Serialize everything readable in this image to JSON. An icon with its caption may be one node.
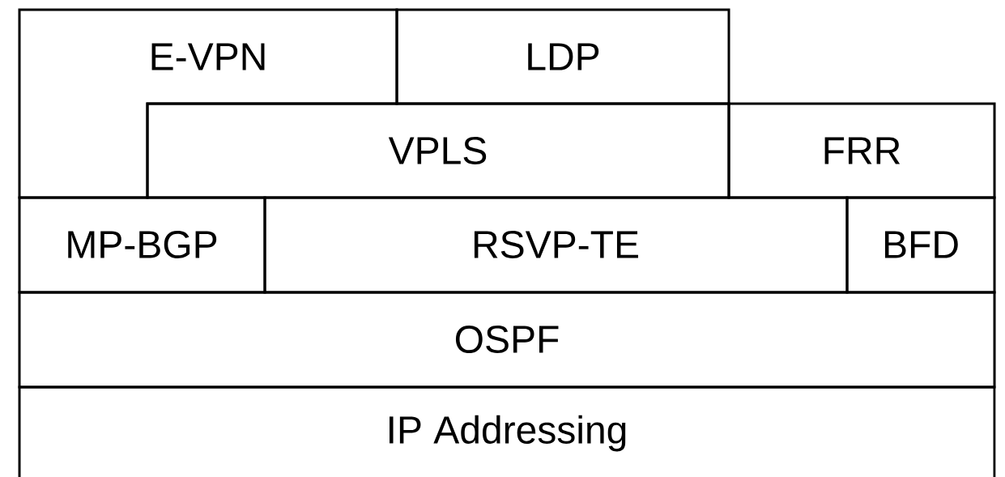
{
  "diagram": {
    "nodes": [
      {
        "text": [
          "E-VPN"
        ]
      },
      {
        "text": [
          "LDP"
        ]
      },
      {
        "text": [
          "VPLS"
        ]
      },
      {
        "text": [
          "FRR"
        ]
      },
      {
        "text": [
          "MP-BGP"
        ]
      },
      {
        "text": [
          "RSVP-TE"
        ]
      },
      {
        "text": [
          "BFD"
        ]
      },
      {
        "text": [
          "OSPF"
        ]
      },
      {
        "text": [
          "IP Addressing"
        ]
      }
    ]
  }
}
